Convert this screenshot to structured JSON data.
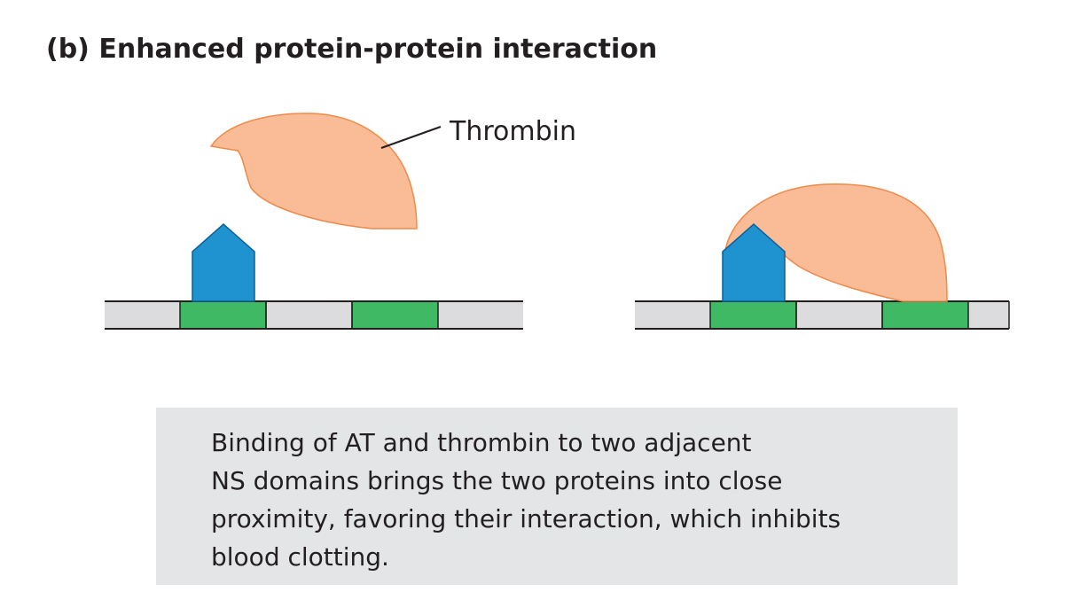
{
  "title": "(b) Enhanced protein-protein interaction",
  "labels": {
    "thrombin": "Thrombin"
  },
  "caption": {
    "lines": [
      "Binding of AT and thrombin to two adjacent",
      "NS domains brings the two proteins into close",
      "proximity, favoring their interaction, which inhibits",
      "blood clotting."
    ]
  },
  "colors": {
    "thrombin_fill": "#f9bc96",
    "thrombin_stroke": "#f08a4b",
    "at_fill": "#1f93d0",
    "ns_domain_fill": "#40b965",
    "strand_fill": "#dcdcde",
    "caption_bg": "#e4e5e7"
  }
}
